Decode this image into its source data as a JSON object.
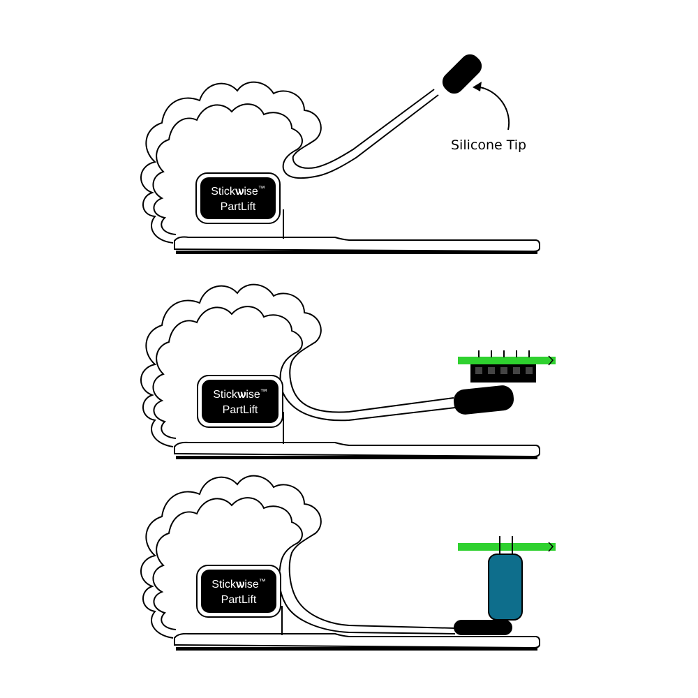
{
  "callout": {
    "text": "Silicone Tip"
  },
  "brand": {
    "line1_prefix": "Stick",
    "line1_suffix": "ise",
    "trademark": "™",
    "line2": "PartLift"
  },
  "colors": {
    "stroke": "#000000",
    "badge": "#000000",
    "tip": "#000000",
    "pcb": "#2fd12f",
    "component_body": "#0e6e8c",
    "background": "#ffffff"
  },
  "panels": [
    {
      "state": "raised"
    },
    {
      "state": "under-board"
    },
    {
      "state": "pressed"
    }
  ]
}
